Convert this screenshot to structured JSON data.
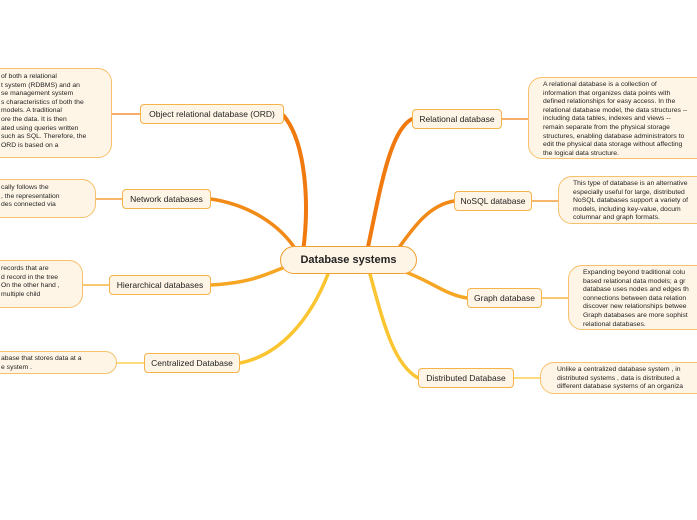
{
  "central": {
    "title": "Database systems"
  },
  "colors": {
    "branch_dark": "#f07a10",
    "branch_mid": "#f6a623",
    "branch_light": "#fbc531",
    "node_fill": "#fff5e6",
    "node_border": "#f5b34a"
  },
  "branches": [
    {
      "label": "Object relational database (ORD)",
      "note": "of both a relational\nt system (RDBMS) and an\nse management system\ns characteristics of both the\nmodels. A traditional\nore the data. It is then\nated using queries written\nsuch as SQL. Therefore, the\nORD is based on a"
    },
    {
      "label": "Network databases",
      "note": "cally follows the\n, the representation\ndes connected via"
    },
    {
      "label": "Hierarchical databases",
      "note": "records that are\nd record in the tree\nOn the other hand ,\nmultiple child"
    },
    {
      "label": "Centralized Database",
      "note": "abase that stores data at a\ne system ."
    },
    {
      "label": "Relational database",
      "note": "A relational database is a collection of\ninformation that organizes data points with\ndefined relationships for easy access. In the\nrelational database model, the data structures --\nincluding data tables, indexes and views --\nremain separate from the physical storage\nstructures, enabling database administrators to\nedit the physical data storage without affecting\nthe logical data structure."
    },
    {
      "label": "NoSQL database",
      "note": "This type of database is an alternative\nespecially useful for large, distributed\nNoSQL databases support a variety of\nmodels, including key-value, docum\ncolumnar and graph formats."
    },
    {
      "label": "Graph database",
      "note": "Expanding beyond traditional colu\nbased relational data models; a gr\ndatabase uses nodes and edges th\nconnections between data relation\ndiscover new relationships betwee\nGraph databases are more sophist\nrelational databases."
    },
    {
      "label": "Distributed Database",
      "note": "Unlike a centralized database system , in\ndistributed systems , data is distributed a\ndifferent database systems of an organiza"
    }
  ]
}
